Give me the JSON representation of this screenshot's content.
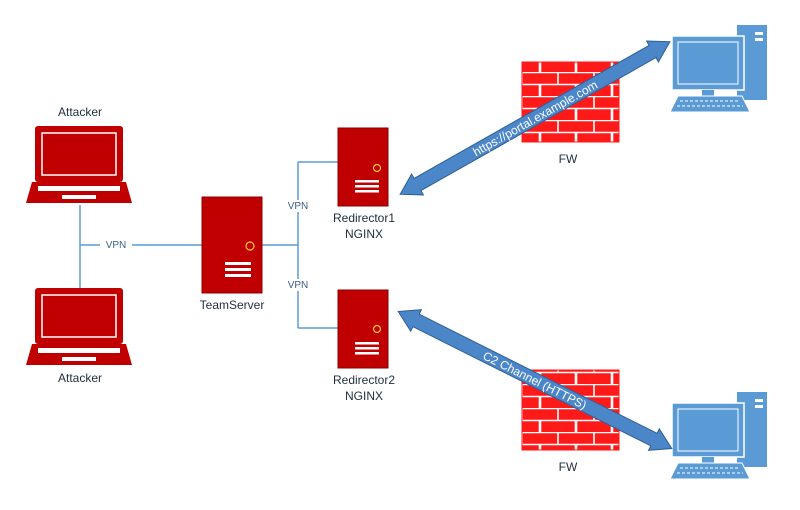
{
  "nodes": {
    "attacker_top": "Attacker",
    "attacker_bottom": "Attacker",
    "teamserver": "TeamServer",
    "redirector1": {
      "name": "Redirector1",
      "sub": "NGINX"
    },
    "redirector2": {
      "name": "Redirector2",
      "sub": "NGINX"
    },
    "fw_top": "FW",
    "fw_bottom": "FW"
  },
  "links": {
    "attackers_to_teamserver": "VPN",
    "teamserver_to_redirector1": "VPN",
    "teamserver_to_redirector2": "VPN",
    "redirector1_to_target": "https://portal.example.com",
    "redirector2_to_target": "C2 Channel (HTTPS)"
  },
  "colors": {
    "server_red": "#c00000",
    "server_dark": "#8b0000",
    "firewall_red": "#ff1a1a",
    "firewall_mortar": "#ffffff",
    "computer_blue": "#5b9bd5",
    "computer_dark": "#2e75b6",
    "line_blue": "#5b9bd5",
    "arrow_blue": "#4a86c8"
  },
  "icons": [
    "laptop-icon",
    "server-icon",
    "firewall-icon",
    "desktop-computer-icon"
  ]
}
